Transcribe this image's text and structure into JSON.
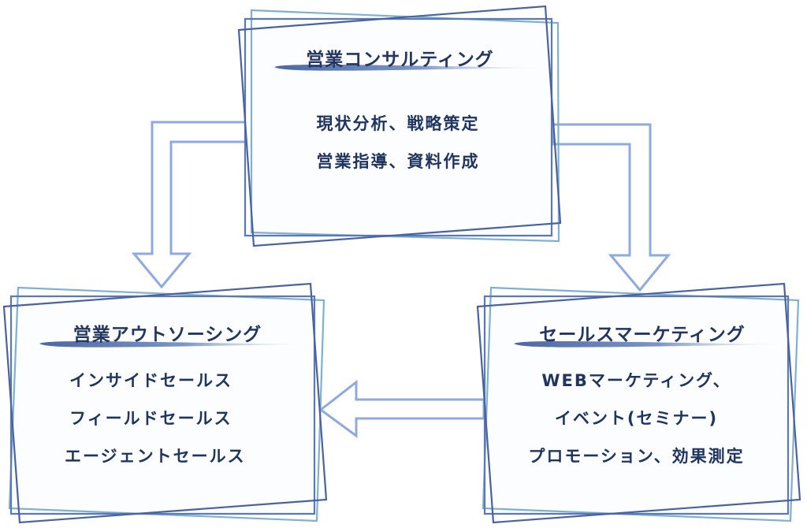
{
  "colors": {
    "frame_light": "#7fb0cf",
    "frame_mid": "#5b79b6",
    "frame_dark": "#4a62a0",
    "arrow_stroke": "#8eaadf",
    "text": "#1f3560",
    "underline": "#4c67a3"
  },
  "nodes": {
    "consulting": {
      "title": "営業コンサルティング",
      "lines": [
        "現状分析、戦略策定",
        "営業指導、資料作成"
      ]
    },
    "outsourcing": {
      "title": "営業アウトソーシング",
      "lines": [
        "インサイドセールス",
        "フィールドセールス",
        "エージェントセールス"
      ]
    },
    "marketing": {
      "title": "セールスマーケティング",
      "lines": [
        "WEBマーケティング、",
        "イベント(セミナー)",
        "プロモーション、効果測定"
      ]
    }
  },
  "edges": [
    {
      "from": "consulting",
      "to": "outsourcing",
      "direction": "down-left"
    },
    {
      "from": "consulting",
      "to": "marketing",
      "direction": "down-right"
    },
    {
      "from": "marketing",
      "to": "outsourcing",
      "direction": "left"
    }
  ]
}
